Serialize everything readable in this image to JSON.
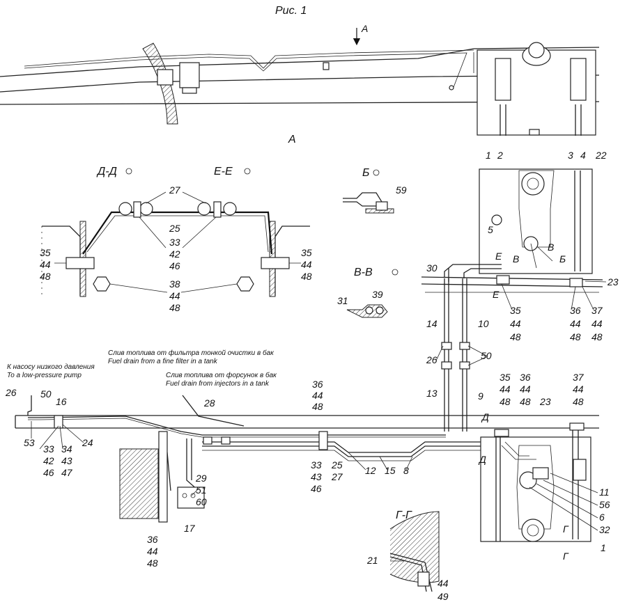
{
  "figure_title": "Рис. 1",
  "sections": {
    "view_arrow": "А",
    "view_a": "А",
    "dd": "Д-Д",
    "ee": "Е-Е",
    "bb": "Б",
    "vv": "В-В",
    "gg": "Г-Г"
  },
  "notes": {
    "pump_ru": "К насосу низкого давления",
    "pump_en": "To a low-pressure pump",
    "filter_ru": "Слив топлива от фильтра тонкой очистки в бак",
    "filter_en": "Fuel drain from a fine filter in a tank",
    "injectors_ru": "Слив топлива от форсунок в бак",
    "injectors_en": "Fuel drain from injectors in a tank"
  },
  "callouts": {
    "c2": "2",
    "c3": "3",
    "c4": "4",
    "c22": "22",
    "c1a": "1",
    "c27": "27",
    "c25a": "25",
    "c33a": "33",
    "c42a": "42",
    "c46a": "46",
    "c35a": "35",
    "c44a": "44",
    "c48a": "48",
    "c35b": "35",
    "c44b": "44",
    "c48b": "48",
    "c38": "38",
    "c44c": "44",
    "c48c": "48",
    "c59": "59",
    "c5": "5",
    "cE1": "Е",
    "cV1": "В",
    "cV2": "В",
    "cB1": "Б",
    "cE2": "Е",
    "c39": "39",
    "c31": "31",
    "c30": "30",
    "c23a": "23",
    "c35c": "35",
    "c44d": "44",
    "c48d": "48",
    "c36a": "36",
    "c44e": "44",
    "c48e": "48",
    "c37a": "37",
    "c44f": "44",
    "c48f": "48",
    "c14": "14",
    "c10": "10",
    "c26a": "26",
    "c50a": "50",
    "c13": "13",
    "c9": "9",
    "c26b": "26",
    "c50b": "50",
    "c16": "16",
    "c53": "53",
    "c33b": "33",
    "c42b": "42",
    "c46b": "46",
    "c34": "34",
    "c43a": "43",
    "c47": "47",
    "c24": "24",
    "c28": "28",
    "c36b": "36",
    "c44g": "44",
    "c48g": "48",
    "c33c": "33",
    "c43b": "43",
    "c46c": "46",
    "c25b": "25",
    "c27b": "27",
    "c12": "12",
    "c15": "15",
    "c8": "8",
    "c35d": "35",
    "c44h": "44",
    "c48h": "48",
    "c36c": "36",
    "c44i": "44",
    "c48i": "48",
    "c23b": "23",
    "c37b": "37",
    "c44j": "44",
    "c48j": "48",
    "cD1": "Д",
    "cD2": "Д",
    "c29": "29",
    "c51": "51",
    "c60": "60",
    "c17": "17",
    "c36d": "36",
    "c44k": "44",
    "c48k": "48",
    "c11": "11",
    "c56": "56",
    "c6": "6",
    "c32": "32",
    "cG1": "Г",
    "cG2": "Г",
    "c1b": "1",
    "c21": "21",
    "c44l": "44",
    "c49": "49"
  }
}
